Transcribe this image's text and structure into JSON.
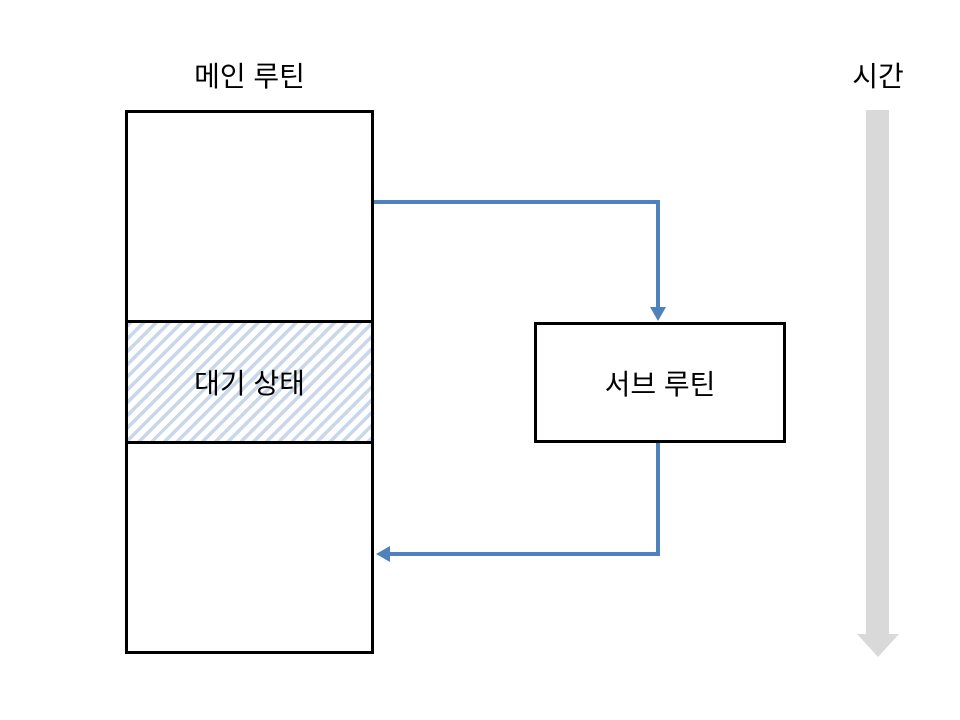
{
  "diagram": {
    "main_routine_label": "메인 루틴",
    "time_label": "시간",
    "wait_state_label": "대기 상태",
    "sub_routine_label": "서브 루틴"
  },
  "icons": {
    "call_arrow_head": "arrow-down",
    "return_arrow_head": "arrow-left",
    "time_arrow_head": "arrow-down"
  },
  "colors": {
    "arrow_blue": "#4f81bd",
    "time_arrow_gray": "#d9d9d9",
    "hatch_blue": "#c9d7eb",
    "box_border": "#000000",
    "background": "#ffffff",
    "text_color": "#000000"
  }
}
